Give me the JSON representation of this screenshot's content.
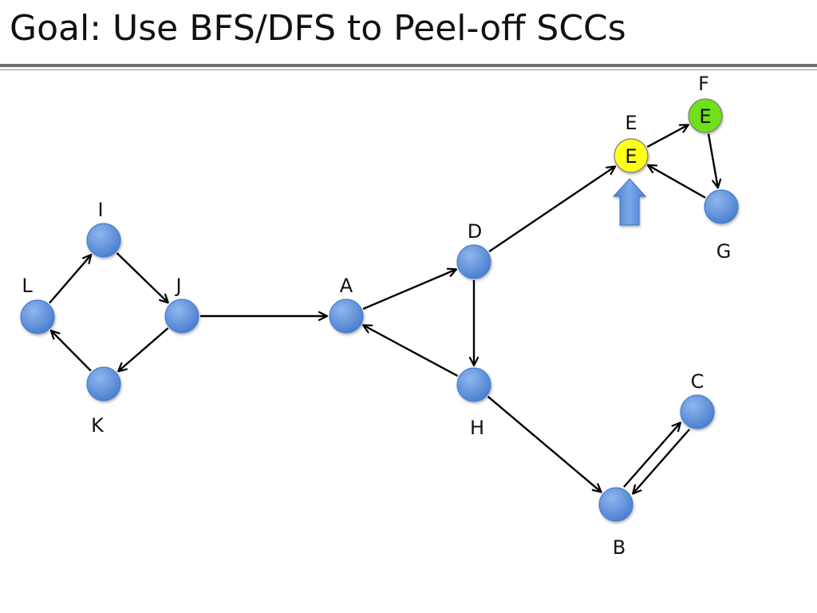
{
  "slide": {
    "title": "Goal: Use BFS/DFS to Peel-off SCCs"
  },
  "colors": {
    "node_default": "#5b8ed8",
    "node_default_light": "#8fb7ee",
    "node_current": "#ffff1a",
    "node_done": "#6ee01e",
    "edge": "#000000",
    "pointer_arrow": "#5a8fd6"
  },
  "graph": {
    "nodes": [
      {
        "id": "I",
        "label": "I",
        "inner": "",
        "state": "default"
      },
      {
        "id": "L",
        "label": "L",
        "inner": "",
        "state": "default"
      },
      {
        "id": "J",
        "label": "J",
        "inner": "",
        "state": "default"
      },
      {
        "id": "K",
        "label": "K",
        "inner": "",
        "state": "default"
      },
      {
        "id": "A",
        "label": "A",
        "inner": "",
        "state": "default"
      },
      {
        "id": "D",
        "label": "D",
        "inner": "",
        "state": "default"
      },
      {
        "id": "H",
        "label": "H",
        "inner": "",
        "state": "default"
      },
      {
        "id": "E",
        "label": "E",
        "inner": "E",
        "state": "current"
      },
      {
        "id": "F",
        "label": "F",
        "inner": "E",
        "state": "done"
      },
      {
        "id": "G",
        "label": "G",
        "inner": "",
        "state": "default"
      },
      {
        "id": "C",
        "label": "C",
        "inner": "",
        "state": "default"
      },
      {
        "id": "B",
        "label": "B",
        "inner": "",
        "state": "default"
      }
    ],
    "edges": [
      {
        "from": "L",
        "to": "I"
      },
      {
        "from": "I",
        "to": "J"
      },
      {
        "from": "J",
        "to": "K"
      },
      {
        "from": "K",
        "to": "L"
      },
      {
        "from": "J",
        "to": "A"
      },
      {
        "from": "A",
        "to": "D"
      },
      {
        "from": "D",
        "to": "H"
      },
      {
        "from": "H",
        "to": "A"
      },
      {
        "from": "D",
        "to": "E"
      },
      {
        "from": "E",
        "to": "F"
      },
      {
        "from": "F",
        "to": "G"
      },
      {
        "from": "G",
        "to": "E"
      },
      {
        "from": "H",
        "to": "B"
      },
      {
        "from": "B",
        "to": "C"
      },
      {
        "from": "C",
        "to": "B"
      }
    ],
    "pointer": {
      "target": "E",
      "icon": "up-arrow-icon"
    }
  }
}
